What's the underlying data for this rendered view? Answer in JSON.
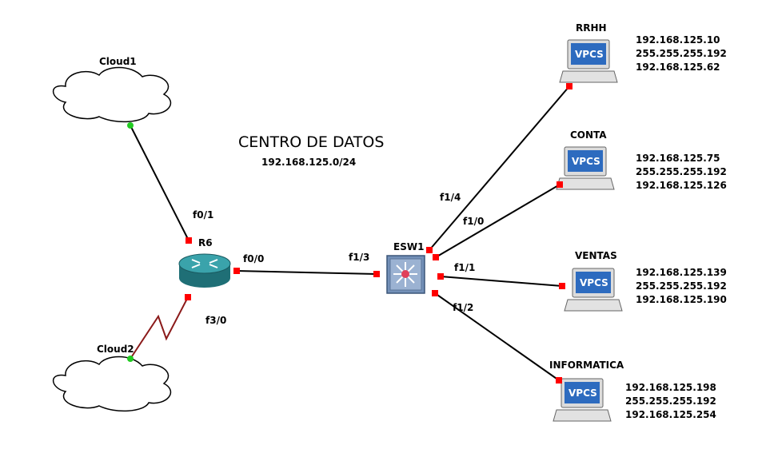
{
  "diagram": {
    "title": "CENTRO DE DATOS",
    "network": "192.168.125.0/24"
  },
  "nodes": {
    "cloud1": {
      "label": "Cloud1",
      "icon": "cloud-icon"
    },
    "cloud2": {
      "label": "Cloud2",
      "icon": "cloud-icon"
    },
    "router": {
      "label": "R6",
      "icon": "router-icon"
    },
    "switch": {
      "label": "ESW1",
      "icon": "switch-icon"
    },
    "pcs": [
      {
        "label": "RRHH",
        "screen": "VPCS",
        "ip": "192.168.125.10",
        "mask": "255.255.255.192",
        "gateway": "192.168.125.62"
      },
      {
        "label": "CONTA",
        "screen": "VPCS",
        "ip": "192.168.125.75",
        "mask": "255.255.255.192",
        "gateway": "192.168.125.126"
      },
      {
        "label": "VENTAS",
        "screen": "VPCS",
        "ip": "192.168.125.139",
        "mask": "255.255.255.192",
        "gateway": "192.168.125.190"
      },
      {
        "label": "INFORMATICA",
        "screen": "VPCS",
        "ip": "192.168.125.198",
        "mask": "255.255.255.192",
        "gateway": "192.168.125.254"
      }
    ]
  },
  "ports": {
    "r6_cloud1": "f0/1",
    "r6_switch": "f0/0",
    "r6_cloud2": "f3/0",
    "sw_router": "f1/3",
    "sw_rrhh": "f1/4",
    "sw_conta": "f1/0",
    "sw_ventas": "f1/1",
    "sw_informatica": "f1/2"
  },
  "colors": {
    "ethernet_link": "#000000",
    "serial_link": "#8b1a1a",
    "port_down": "#ff0000",
    "port_up": "#22cc22",
    "router_body": "#2f8f96",
    "switch_body": "#6f8fb5",
    "vpcs_screen": "#2d6bbf"
  }
}
